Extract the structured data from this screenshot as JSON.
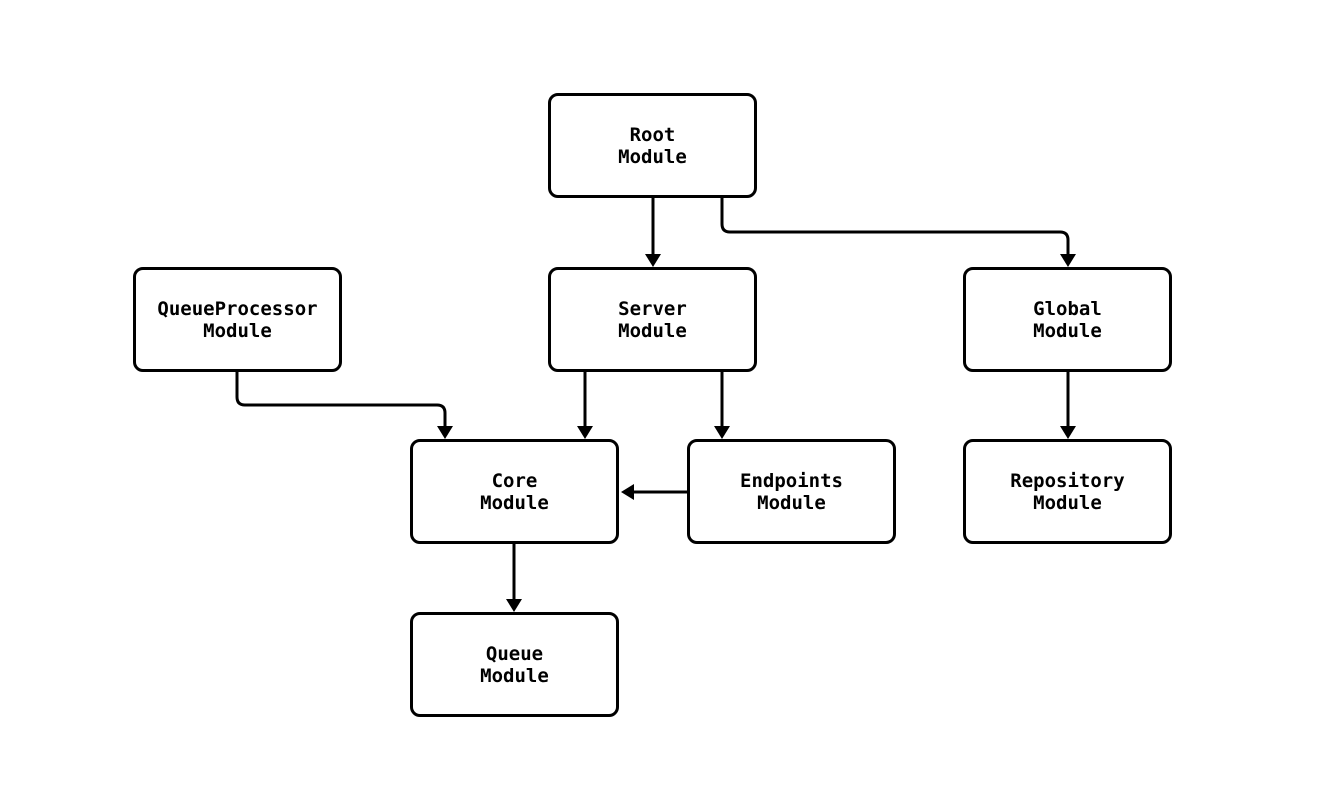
{
  "diagram": {
    "type": "module-dependency-diagram",
    "colors": {
      "background": "#ffffff",
      "node_fill": "#ffffff",
      "node_border": "#000000",
      "edge": "#000000",
      "text": "#000000"
    },
    "nodes": [
      {
        "id": "root",
        "line1": "Root",
        "line2": "Module"
      },
      {
        "id": "queueprocessor",
        "line1": "QueueProcessor",
        "line2": "Module"
      },
      {
        "id": "server",
        "line1": "Server",
        "line2": "Module"
      },
      {
        "id": "global",
        "line1": "Global",
        "line2": "Module"
      },
      {
        "id": "core",
        "line1": "Core",
        "line2": "Module"
      },
      {
        "id": "endpoints",
        "line1": "Endpoints",
        "line2": "Module"
      },
      {
        "id": "repository",
        "line1": "Repository",
        "line2": "Module"
      },
      {
        "id": "queue",
        "line1": "Queue",
        "line2": "Module"
      }
    ],
    "edges": [
      {
        "from": "Root Module",
        "to": "Server Module"
      },
      {
        "from": "Root Module",
        "to": "Global Module"
      },
      {
        "from": "QueueProcessor Module",
        "to": "Core Module"
      },
      {
        "from": "Server Module",
        "to": "Core Module"
      },
      {
        "from": "Server Module",
        "to": "Endpoints Module"
      },
      {
        "from": "Endpoints Module",
        "to": "Core Module"
      },
      {
        "from": "Global Module",
        "to": "Repository Module"
      },
      {
        "from": "Core Module",
        "to": "Queue Module"
      }
    ]
  }
}
